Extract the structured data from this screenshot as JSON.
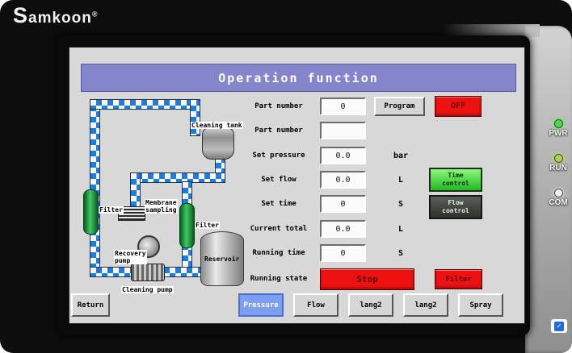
{
  "brand": {
    "logo": "Samkoon",
    "reg": "®"
  },
  "leds": [
    {
      "label": "PWR",
      "color": "#44e044"
    },
    {
      "label": "RUN",
      "color": "#a4d944"
    },
    {
      "label": "COM",
      "color": "#f0f0f0"
    }
  ],
  "screen": {
    "title": "Operation function"
  },
  "diagram": {
    "cleaning_tank": "Cleaning tank",
    "filter_left": "Filter",
    "membrane_sampling": "Membrane\nsampling",
    "filter_right": "Filter",
    "recovery_pump": "Recovery\npump",
    "reservoir": "Reservoir",
    "cleaning_pump": "Cleaning pump"
  },
  "form": {
    "rows": [
      {
        "label": "Part number",
        "value": "0"
      },
      {
        "label": "Part number",
        "value": ""
      },
      {
        "label": "Set pressure",
        "value": "0.0",
        "unit": "bar"
      },
      {
        "label": "Set flow",
        "value": "0.0",
        "unit": "L"
      },
      {
        "label": "Set time",
        "value": "0",
        "unit": "S"
      },
      {
        "label": "Current total",
        "value": "0.0",
        "unit": "L"
      },
      {
        "label": "Running time",
        "value": "0",
        "unit": "S"
      },
      {
        "label": "Running state"
      }
    ],
    "buttons": {
      "program": "Program",
      "off": "OFF",
      "time_control": "Time\ncontrol",
      "flow_control": "Flow\ncontrol",
      "stop": "Stop",
      "filter": "Filter"
    }
  },
  "nav": {
    "return_label": "Return",
    "tabs": [
      {
        "label": "Pressure",
        "active": true
      },
      {
        "label": "Flow",
        "active": false
      },
      {
        "label": "lang2",
        "active": false
      },
      {
        "label": "lang2",
        "active": false
      },
      {
        "label": "Spray",
        "active": false
      }
    ]
  },
  "icons": {
    "check": "✓"
  },
  "colors": {
    "title_bar": "#8585cb",
    "pipe_blue": "#1d7ce0",
    "alarm_red": "#ee1111",
    "active_tab_blue": "#7e9ef2",
    "control_green": "#33cc33",
    "screen_bg": "#d8d8d8"
  }
}
